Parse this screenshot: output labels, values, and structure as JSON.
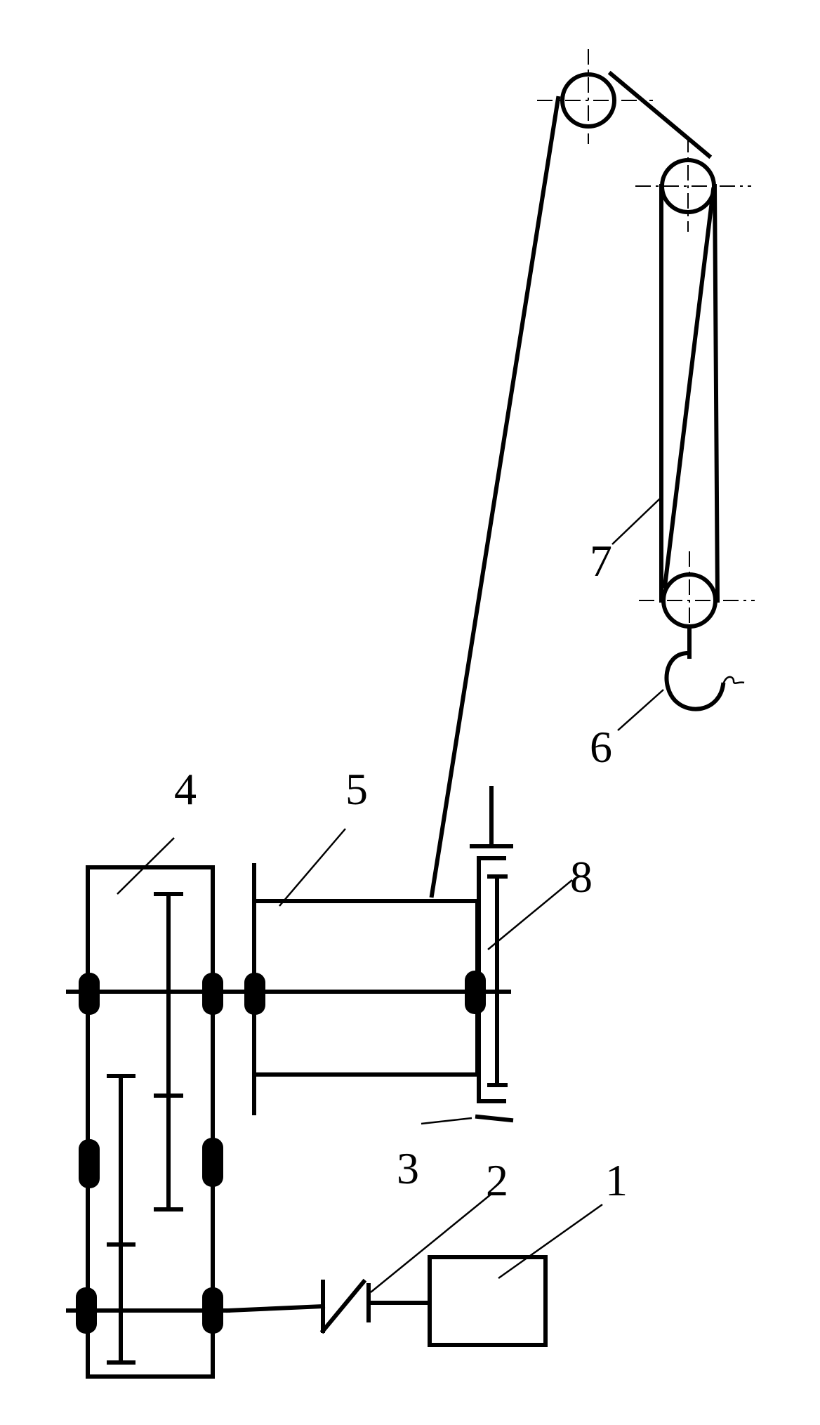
{
  "diagram": {
    "labels": {
      "motor": "1",
      "coupling": "2",
      "brake": "3",
      "gearbox": "4",
      "drum": "5",
      "hook": "6",
      "rope": "7",
      "gear": "8"
    },
    "colors": {
      "ink": "#000000",
      "background": "#ffffff"
    }
  }
}
